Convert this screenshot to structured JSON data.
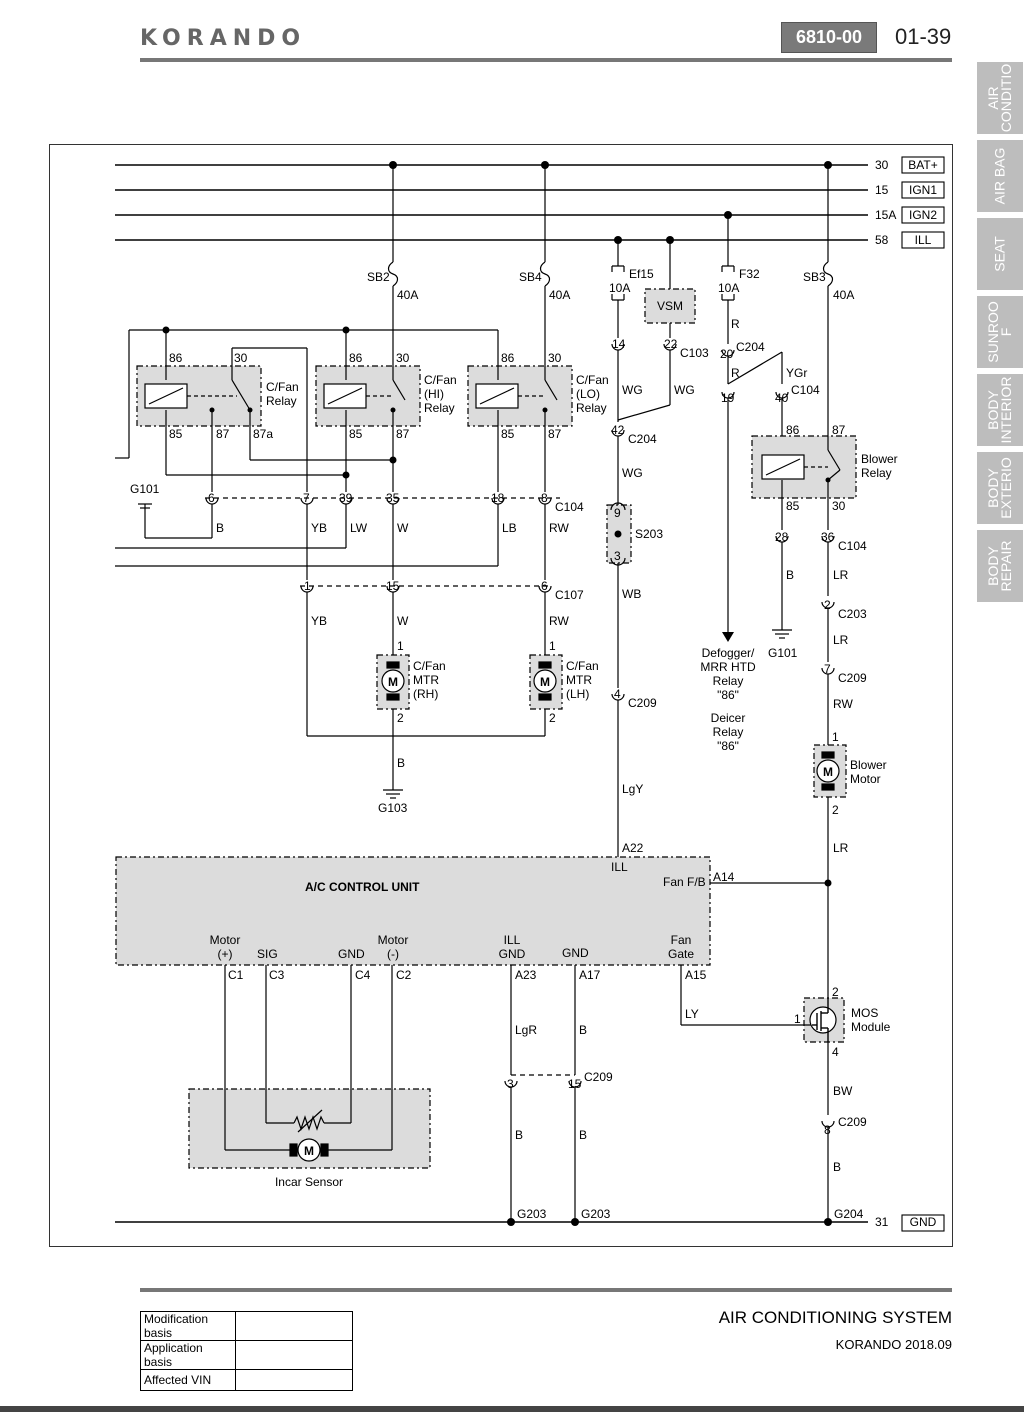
{
  "header": {
    "logo": "KORANDO",
    "code": "6810-00",
    "page": "01-39"
  },
  "side_tabs": [
    {
      "label": "AIR\nCONDITIO",
      "active": true
    },
    {
      "label": "AIR BAG",
      "active": false
    },
    {
      "label": "SEAT",
      "active": false
    },
    {
      "label": "SUNROO\nF",
      "active": false
    },
    {
      "label": "BODY\nINTERIOR",
      "active": false
    },
    {
      "label": "BODY\nEXTERIO",
      "active": false
    },
    {
      "label": "BODY\nREPAIR",
      "active": false
    }
  ],
  "power_lines": [
    {
      "num": "30",
      "label": "BAT+"
    },
    {
      "num": "15",
      "label": "IGN1"
    },
    {
      "num": "15A",
      "label": "IGN2"
    },
    {
      "num": "58",
      "label": "ILL"
    }
  ],
  "ground_line": {
    "num": "31",
    "label": "GND"
  },
  "fuses": {
    "sb2": {
      "name": "SB2",
      "rating": "40A"
    },
    "sb4": {
      "name": "SB4",
      "rating": "40A"
    },
    "sb3": {
      "name": "SB3",
      "rating": "40A"
    },
    "ef15": {
      "name": "Ef15",
      "rating": "10A"
    },
    "f32": {
      "name": "F32",
      "rating": "10A"
    }
  },
  "vsm": "VSM",
  "relays": {
    "cfan": {
      "name": "C/Fan\nRelay",
      "pins": [
        "86",
        "30",
        "85",
        "87",
        "87a"
      ]
    },
    "cfan_hi": {
      "name": "C/Fan\n(HI)\nRelay",
      "pins": [
        "86",
        "30",
        "85",
        "87"
      ]
    },
    "cfan_lo": {
      "name": "C/Fan\n(LO)\nRelay",
      "pins": [
        "86",
        "30",
        "85",
        "87"
      ]
    },
    "blower": {
      "name": "Blower\nRelay",
      "pins": [
        "86",
        "87",
        "85",
        "30"
      ]
    }
  },
  "connectors": {
    "c104_row": {
      "name": "C104",
      "pins": [
        "6",
        "7",
        "39",
        "35",
        "18",
        "8"
      ]
    },
    "c107_row": {
      "name": "C107",
      "pins": [
        "1",
        "15",
        "6"
      ]
    },
    "c103": {
      "name": "C103",
      "pins": [
        "14",
        "22"
      ]
    },
    "c204a": {
      "name": "C204",
      "pin": "20"
    },
    "c104b": {
      "name": "C104",
      "pins": [
        "19",
        "40"
      ]
    },
    "c204b": {
      "name": "C204",
      "pin": "42"
    },
    "s203": {
      "name": "S203",
      "pins": [
        "9",
        "3"
      ]
    },
    "c209a": {
      "name": "C209",
      "pin": "4"
    },
    "c104c": {
      "name": "C104",
      "pins": [
        "28",
        "36"
      ]
    },
    "c203": {
      "name": "C203",
      "pin": "2"
    },
    "c209b": {
      "name": "C209",
      "pin": "7"
    },
    "c209c": {
      "name": "C209",
      "pins": [
        "3",
        "15"
      ]
    },
    "c209d": {
      "name": "C209",
      "pin": "8"
    }
  },
  "wire_colors": {
    "b": "B",
    "yb": "YB",
    "lw": "LW",
    "w": "W",
    "lb": "LB",
    "rw": "RW",
    "wg": "WG",
    "wb": "WB",
    "lgy": "LgY",
    "r": "R",
    "ygr": "YGr",
    "lr": "LR",
    "ly": "LY",
    "bw": "BW",
    "lgr": "LgR"
  },
  "motors": {
    "rh": {
      "name": "C/Fan\nMTR\n(RH)",
      "symbol": "M",
      "pins": [
        "1",
        "2"
      ]
    },
    "lh": {
      "name": "C/Fan\nMTR\n(LH)",
      "symbol": "M",
      "pins": [
        "1",
        "2"
      ]
    },
    "blower": {
      "name": "Blower\nMotor",
      "symbol": "M",
      "pins": [
        "1",
        "2"
      ]
    },
    "incar": {
      "name": "Incar Sensor",
      "symbol": "M"
    }
  },
  "mos": {
    "name": "MOS\nModule",
    "pins": [
      "2",
      "1",
      "4"
    ]
  },
  "grounds": {
    "g101a": "G101",
    "g101b": "G101",
    "g103": "G103",
    "g203a": "G203",
    "g203b": "G203",
    "g204": "G204"
  },
  "defogger": "Defogger/\nMRR HTD\nRelay\n\"86\"",
  "deicer": "Deicer\nRelay\n\"86\"",
  "acu": {
    "title": "A/C CONTROL UNIT",
    "top_pin": "A22",
    "top_label": "ILL",
    "fan_fb": "Fan F/B",
    "fan_fb_pin": "A14",
    "terms": [
      {
        "label": "Motor\n(+)",
        "pin": "C1"
      },
      {
        "label": "SIG",
        "pin": "C3"
      },
      {
        "label": "GND",
        "pin": "C4"
      },
      {
        "label": "Motor\n(-)",
        "pin": "C2"
      },
      {
        "label": "ILL\nGND",
        "pin": "A23"
      },
      {
        "label": "GND",
        "pin": "A17"
      },
      {
        "label": "Fan\nGate",
        "pin": "A15"
      }
    ]
  },
  "footer": {
    "rows": [
      "Modification basis",
      "Application basis",
      "Affected VIN"
    ],
    "system": "AIR CONDITIONING SYSTEM",
    "model": "KORANDO 2018.09"
  }
}
